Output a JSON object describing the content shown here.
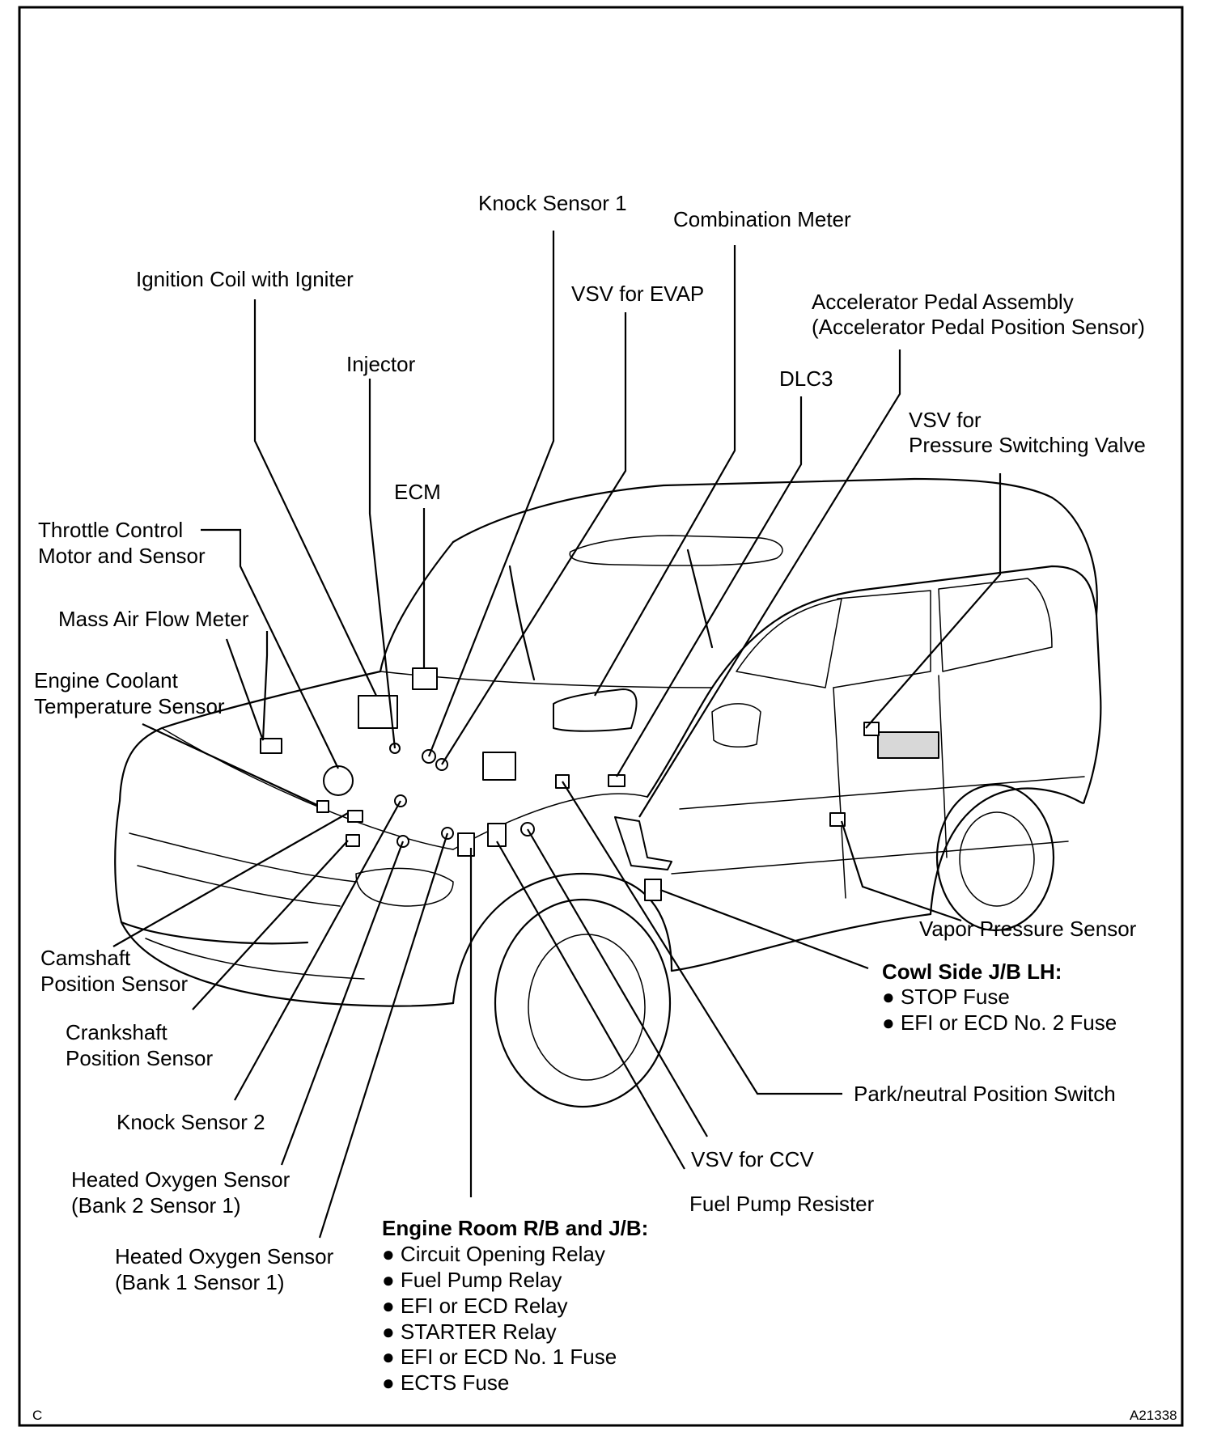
{
  "labels": {
    "knock_sensor_1": "Knock Sensor 1",
    "combination_meter": "Combination Meter",
    "ignition_coil": "Ignition Coil with Igniter",
    "vsv_evap": "VSV for EVAP",
    "accel_pedal_1": "Accelerator Pedal Assembly",
    "accel_pedal_2": "(Accelerator Pedal Position Sensor)",
    "injector": "Injector",
    "dlc3": "DLC3",
    "vsv_psv_1": "VSV for",
    "vsv_psv_2": "Pressure Switching Valve",
    "ecm": "ECM",
    "throttle_1": "Throttle Control",
    "throttle_2": "Motor and Sensor",
    "maf": "Mass Air Flow Meter",
    "ect_1": "Engine Coolant",
    "ect_2": "Temperature Sensor",
    "vapor_pressure": "Vapor Pressure Sensor",
    "camshaft_1": "Camshaft",
    "camshaft_2": "Position Sensor",
    "crankshaft_1": "Crankshaft",
    "crankshaft_2": "Position Sensor",
    "knock_sensor_2": "Knock Sensor 2",
    "ho2_b2_1": "Heated Oxygen Sensor",
    "ho2_b2_2": "(Bank 2 Sensor 1)",
    "ho2_b1_1": "Heated Oxygen Sensor",
    "ho2_b1_2": "(Bank 1 Sensor 1)",
    "park_neutral": "Park/neutral Position Switch",
    "vsv_ccv": "VSV for CCV",
    "fuel_pump_resister": "Fuel Pump Resister"
  },
  "cowl_side": {
    "header": "Cowl Side J/B LH:",
    "items": [
      "● STOP Fuse",
      "● EFI or ECD No. 2 Fuse"
    ]
  },
  "engine_room": {
    "header": "Engine Room R/B and J/B:",
    "items": [
      "● Circuit Opening Relay",
      "● Fuel Pump Relay",
      "● EFI or ECD Relay",
      "● STARTER Relay",
      "● EFI or ECD No. 1 Fuse",
      "● ECTS Fuse"
    ]
  },
  "corner_left": "C",
  "figure_code": "A21338"
}
